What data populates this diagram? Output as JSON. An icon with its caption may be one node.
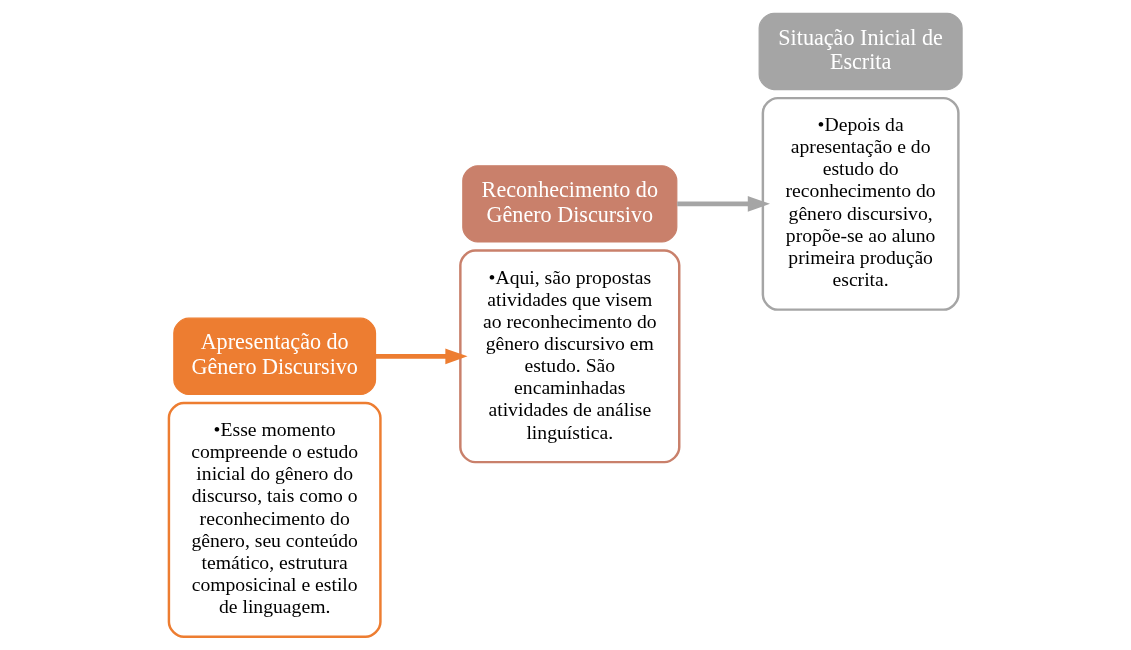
{
  "diagram": {
    "nodes": [
      {
        "text": [
          "•Esse momento compreende o estudo inicial do gênero do discurso, tais como o reconhecimento do gênero, seu conteúdo temático, estrutura composicinal e estilo de linguagem."
        ]
      },
      {
        "text": [
          "Apresentação do Gênero Discursivo"
        ]
      },
      {
        "text": [
          "•Aqui, são propostas atividades que visem ao reconhecimento do gênero discursivo em estudo. São encaminhadas atividades de análise linguística."
        ]
      },
      {
        "text": [
          "Reconhecimento do Gênero Discursivo"
        ]
      },
      {
        "text": [
          "•Depois da apresentação e do estudo do reconhecimento do gênero discursivo, propõe-se ao aluno primeira produção escrita."
        ]
      },
      {
        "text": [
          "Situação Inicial de Escrita"
        ]
      }
    ],
    "edges": [
      {
        "from": 1,
        "to": 2,
        "arrow": "to",
        "color": "#ed7d31"
      },
      {
        "from": 3,
        "to": 4,
        "arrow": "to",
        "color": "#a5a5a5"
      }
    ]
  }
}
